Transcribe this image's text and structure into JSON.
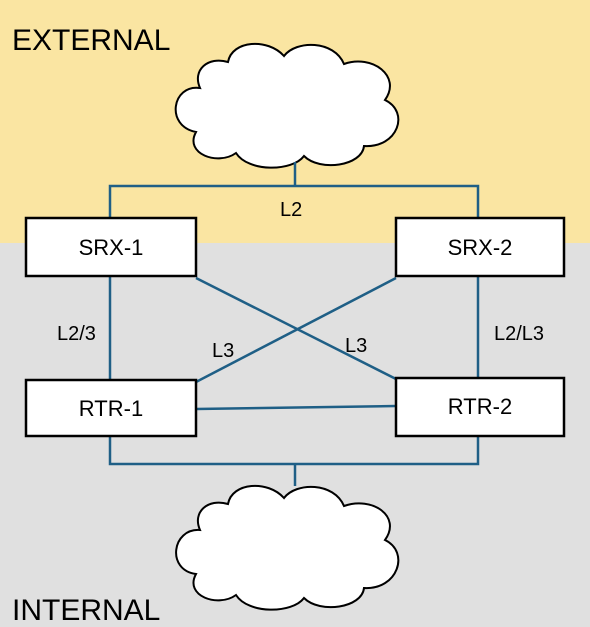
{
  "zones": {
    "external": {
      "label": "EXTERNAL",
      "color": "#fae5a2"
    },
    "internal": {
      "label": "INTERNAL",
      "color": "#e0e0e0"
    }
  },
  "link_color": "#1f5f86",
  "nodes": {
    "srx1": "SRX-1",
    "srx2": "SRX-2",
    "rtr1": "RTR-1",
    "rtr2": "RTR-2"
  },
  "links": {
    "top_l2": "L2",
    "left_l23": "L2/3",
    "cross_l3_left": "L3",
    "cross_l3_right": "L3",
    "right_l2l3": "L2/L3"
  },
  "clouds": {
    "top": "external-network-cloud",
    "bottom": "internal-network-cloud"
  }
}
